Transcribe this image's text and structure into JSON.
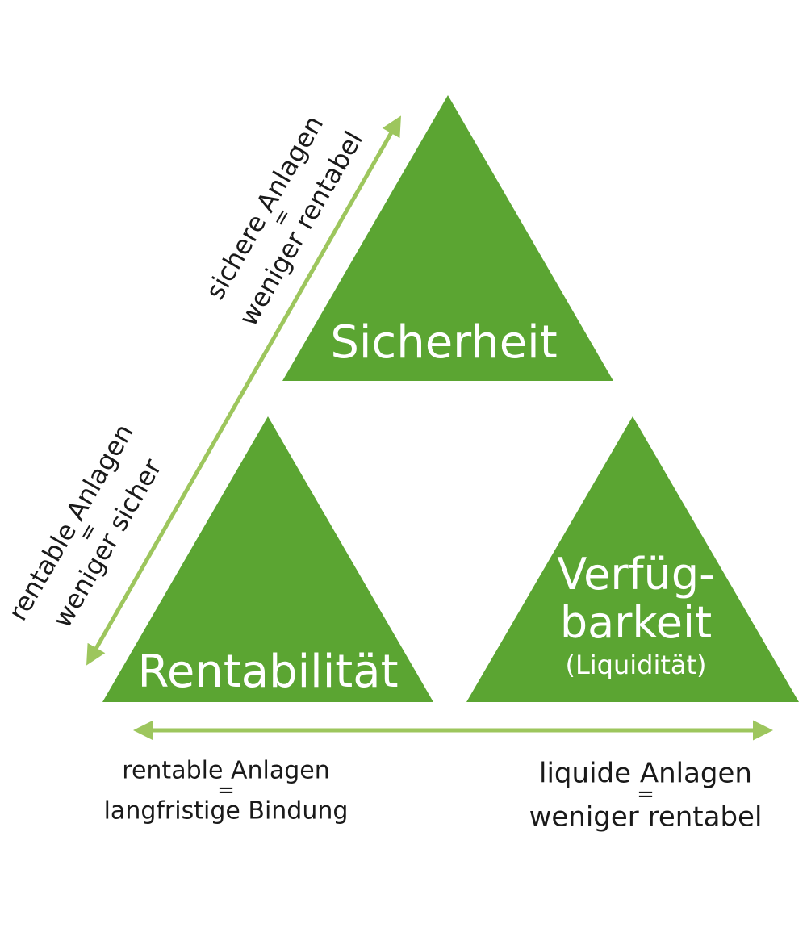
{
  "colors": {
    "triangle_fill": "#5ba532",
    "arrow_color": "#9dc65d",
    "label_text": "#ffffff",
    "annotation_text": "#1a1a1a"
  },
  "triangles": {
    "sicherheit": {
      "label": "Sicherheit"
    },
    "rentabilitaet": {
      "label": "Rentabilität"
    },
    "verfuegbarkeit": {
      "line1": "Verfüg-",
      "line2": "barkeit",
      "line3": "(Liquidität)"
    }
  },
  "annotations": {
    "upper_left": {
      "line1": "sichere Anlagen",
      "eq": "=",
      "line2": "weniger rentabel"
    },
    "lower_left": {
      "line1": "rentable Anlagen",
      "eq": "=",
      "line2": "weniger sicher"
    },
    "bottom_left": {
      "line1": "rentable Anlagen",
      "eq": "=",
      "line2": "langfristige Bindung"
    },
    "bottom_right": {
      "line1": "liquide Anlagen",
      "eq": "=",
      "line2": "weniger rentabel"
    }
  }
}
